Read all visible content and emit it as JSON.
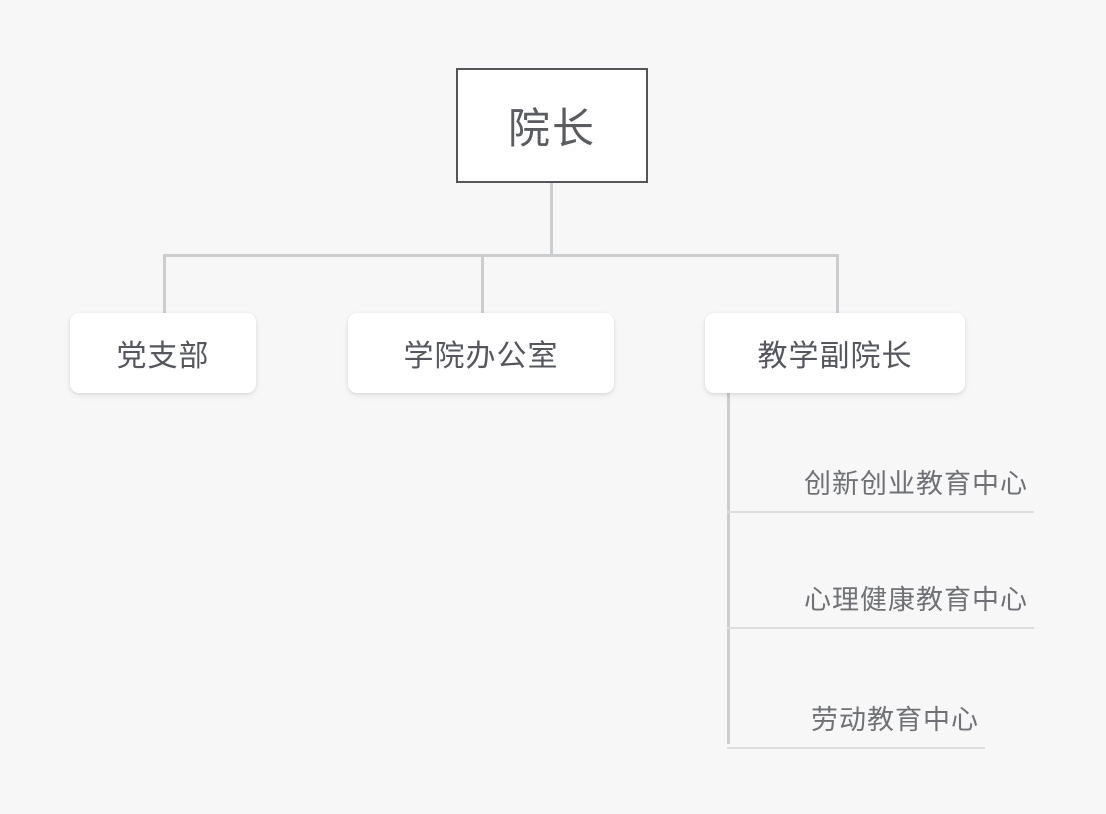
{
  "chart": {
    "type": "organization-chart",
    "title": "",
    "background_color": "#f7f7f8",
    "connector_color": "#cccdcf",
    "root": {
      "label": "院长",
      "style": "bordered-rectangle",
      "border_color": "#54565a",
      "text_color": "#5a5c60"
    },
    "branches": [
      {
        "label": "党支部",
        "style": "rounded-card",
        "children": []
      },
      {
        "label": "学院办公室",
        "style": "rounded-card",
        "children": []
      },
      {
        "label": "教学副院长",
        "style": "rounded-card",
        "children": [
          {
            "label": "创新创业教育中心",
            "style": "underlined-label"
          },
          {
            "label": "心理健康教育中心",
            "style": "underlined-label"
          },
          {
            "label": "劳动教育中心",
            "style": "underlined-label"
          }
        ]
      }
    ]
  }
}
